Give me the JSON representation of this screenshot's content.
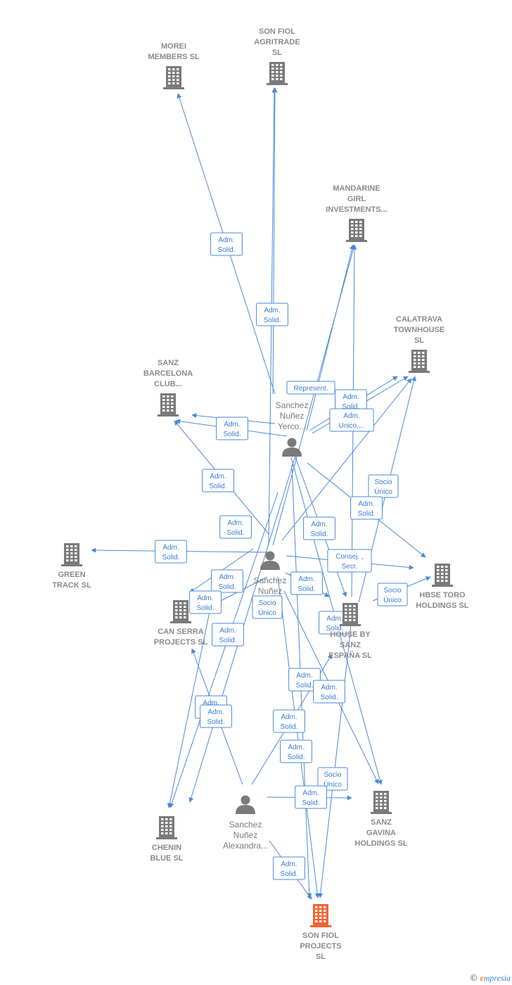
{
  "colors": {
    "edge": "#4a8ad8",
    "label": "#3a7bd5",
    "company": "#7a7a7a",
    "focus": "#f26434",
    "person": "#7a7a7a",
    "node_text": "#8a8a8a"
  },
  "companies": [
    {
      "id": "morei",
      "lines": [
        "MOREI",
        "MEMBERS  SL"
      ],
      "icon": "building-icon"
    },
    {
      "id": "sonfiolagri",
      "lines": [
        "SON FIOL",
        "AGRITRADE",
        "SL"
      ],
      "icon": "building-icon"
    },
    {
      "id": "mandarine",
      "lines": [
        "MANDARINE",
        "GIRL",
        "INVESTMENTS..."
      ],
      "icon": "building-icon"
    },
    {
      "id": "calatrava",
      "lines": [
        "CALATRAVA",
        "TOWNHOUSE",
        "SL"
      ],
      "icon": "building-icon"
    },
    {
      "id": "sanzbcn",
      "lines": [
        "SANZ",
        "BARCELONA",
        "CLUB..."
      ],
      "icon": "building-icon"
    },
    {
      "id": "green",
      "lines": [
        "GREEN",
        "TRACK SL"
      ],
      "icon": "building-icon"
    },
    {
      "id": "hbse",
      "lines": [
        "HBSE TORO",
        "HOLDINGS  SL"
      ],
      "icon": "building-icon"
    },
    {
      "id": "canserra",
      "lines": [
        "CAN SERRA",
        "PROJECTS  SL"
      ],
      "icon": "building-icon"
    },
    {
      "id": "house",
      "lines": [
        "HOUSE BY",
        "SANZ",
        "ESPAÑA  SL"
      ],
      "icon": "building-icon"
    },
    {
      "id": "chenin",
      "lines": [
        "CHENIN",
        "BLUE  SL"
      ],
      "icon": "building-icon"
    },
    {
      "id": "sanzgavina",
      "lines": [
        "SANZ",
        "GAVINA",
        "HOLDINGS  SL"
      ],
      "icon": "building-icon"
    },
    {
      "id": "sonfiolproj",
      "lines": [
        "SON FIOL",
        "PROJECTS",
        "SL"
      ],
      "icon": "building-icon",
      "focus": true
    }
  ],
  "persons": [
    {
      "id": "yerco",
      "lines": [
        "Sanchez",
        "Nuñez",
        "Yerco..."
      ],
      "icon": "person-icon"
    },
    {
      "id": "snunez",
      "lines": [
        "Sanchez",
        "Nuñez"
      ],
      "icon": "person-icon"
    },
    {
      "id": "alexandra",
      "lines": [
        "Sanchez",
        "Nuñez",
        "Alexandra..."
      ],
      "icon": "person-icon"
    }
  ],
  "edge_labels": [
    {
      "lines": [
        "Adm.",
        "Solid."
      ]
    },
    {
      "lines": [
        "Adm.",
        "Solid."
      ]
    },
    {
      "lines": [
        "Represent."
      ]
    },
    {
      "lines": [
        "Adm.",
        "Solid."
      ]
    },
    {
      "lines": [
        "Adm.",
        "Unico,..."
      ]
    },
    {
      "lines": [
        "Adm.",
        "Solid."
      ]
    },
    {
      "lines": [
        "Adm.",
        "Solid."
      ]
    },
    {
      "lines": [
        "Adm.",
        "Solid."
      ]
    },
    {
      "lines": [
        "Socio",
        "Único"
      ]
    },
    {
      "lines": [
        "Adm.",
        "Solid."
      ]
    },
    {
      "lines": [
        "Adm.",
        "Solid."
      ]
    },
    {
      "lines": [
        "Adm.",
        "Solid."
      ]
    },
    {
      "lines": [
        "Consej. ,",
        "Secr."
      ]
    },
    {
      "lines": [
        "Adm.",
        "Solid."
      ]
    },
    {
      "lines": [
        "Adm.",
        "Solid."
      ]
    },
    {
      "lines": [
        "Adm.",
        "Solid."
      ]
    },
    {
      "lines": [
        "Socio",
        "Único"
      ]
    },
    {
      "lines": [
        "Adm.",
        "Solid."
      ]
    },
    {
      "lines": [
        "Socio",
        "Único"
      ]
    },
    {
      "lines": [
        "Adm.",
        "Solid."
      ]
    },
    {
      "lines": [
        "Adm.",
        "Solid."
      ]
    },
    {
      "lines": [
        "Adm.",
        "Solid."
      ]
    },
    {
      "lines": [
        "Adm.",
        "Solid."
      ]
    },
    {
      "lines": [
        "Adm.",
        "Solid."
      ]
    },
    {
      "lines": [
        "Adm.",
        "Solid."
      ]
    },
    {
      "lines": [
        "Adm.",
        "Solid."
      ]
    },
    {
      "lines": [
        "Socio",
        "Único"
      ]
    },
    {
      "lines": [
        "Adm.",
        "Solid."
      ]
    },
    {
      "lines": [
        "Adm.",
        "Solid."
      ]
    }
  ],
  "footer": {
    "copyright": "©",
    "brand_initial": "e",
    "brand_rest": "mpresia"
  }
}
